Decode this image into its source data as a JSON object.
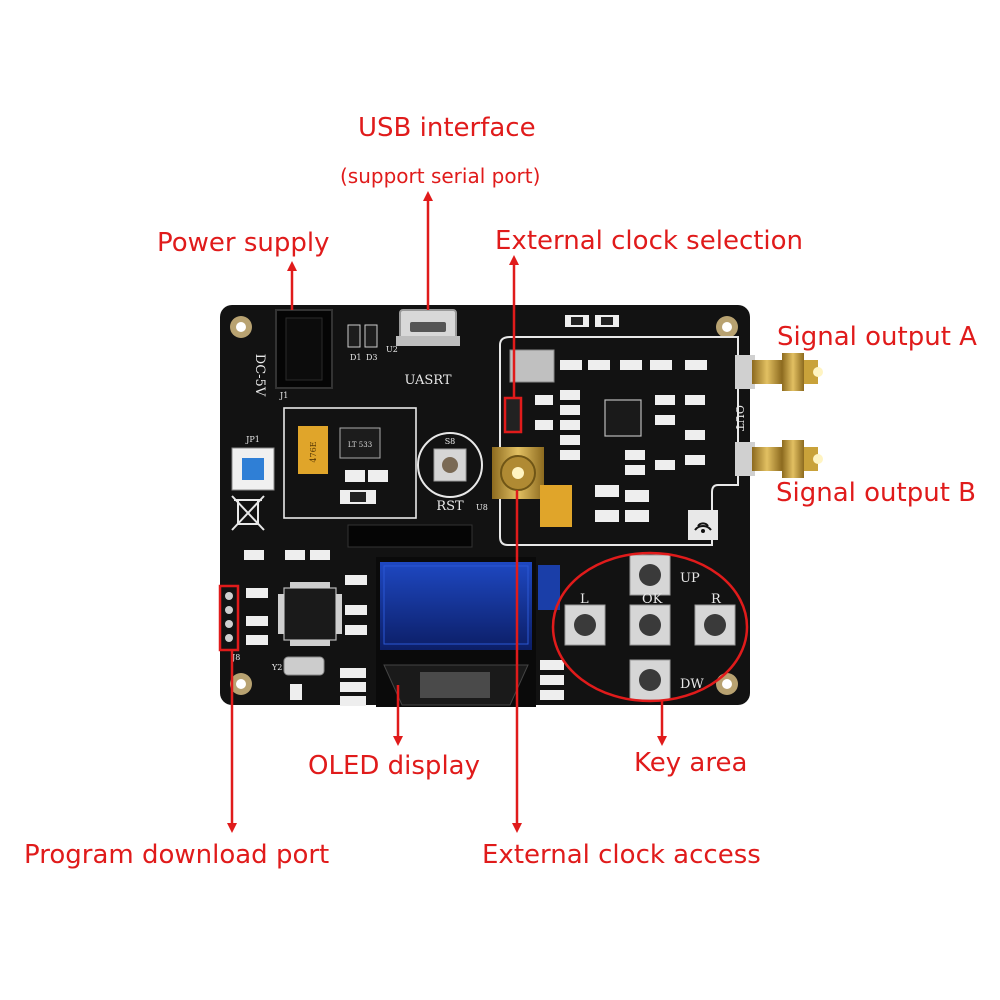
{
  "labels": {
    "usb": "USB interface",
    "usb_sub": "(support serial port)",
    "power": "Power supply",
    "ext_clock_sel": "External clock selection",
    "sig_a": "Signal output A",
    "sig_b": "Signal output B",
    "oled": "OLED display",
    "key_area": "Key area",
    "prog": "Program download port",
    "ext_clock_acc": "External clock access"
  },
  "silk": {
    "uasrt": "UASRT",
    "dc5v": "DC-5V",
    "rst": "RST",
    "out": "OUT",
    "up": "UP",
    "l": "L",
    "ok": "OK",
    "r": "R",
    "dw": "DW",
    "jp1": "JP1",
    "j1": "J1",
    "u2": "U2",
    "d1": "D1",
    "d3": "D3",
    "s8": "S8",
    "u8": "U8",
    "y2": "Y2",
    "j8": "J8",
    "cap_text": "476E",
    "chip_text": "LT 533"
  },
  "colors": {
    "annotation": "#e01b1b",
    "board": "#121212",
    "silkscreen": "#e8e8e8",
    "sma": "#c9a23a",
    "oled_blue": "#1a3ea8",
    "button_blue": "#2f7fd6",
    "tantalum": "#e0a52a"
  },
  "icons": [
    "weee-bin-icon",
    "wifi-antenna-icon"
  ]
}
